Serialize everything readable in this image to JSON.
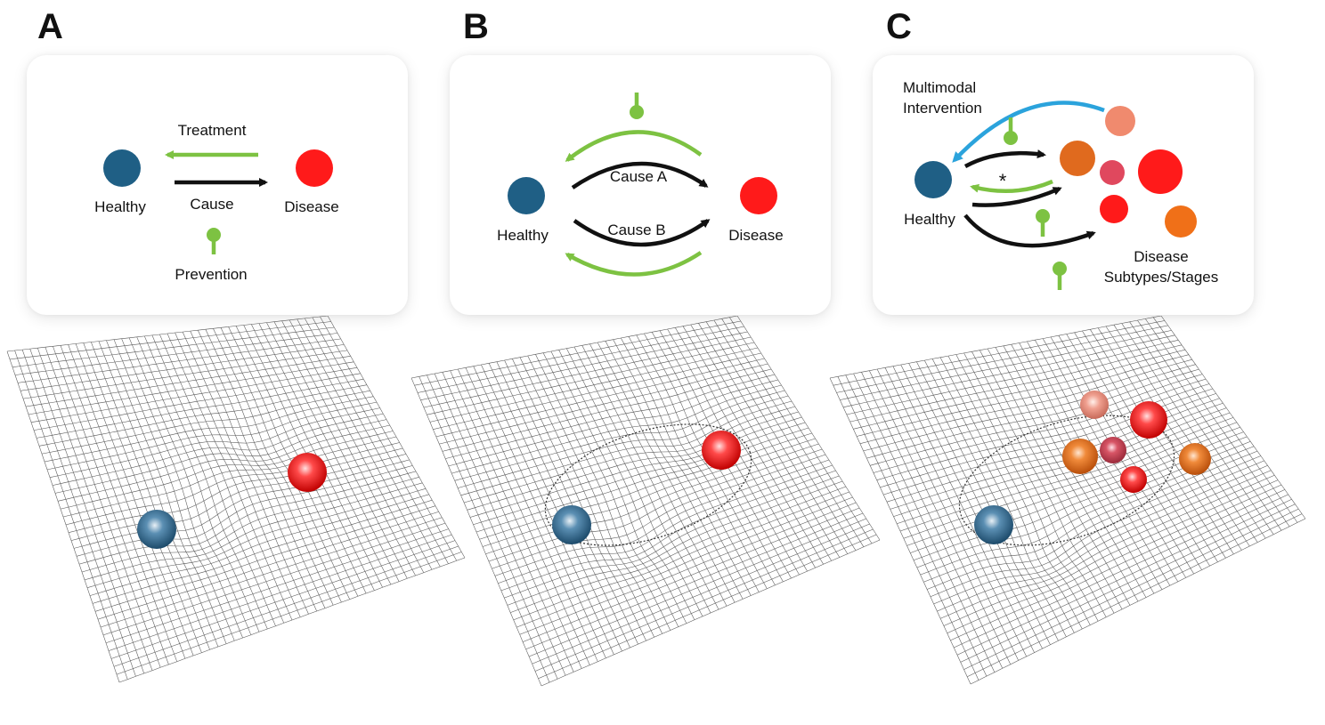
{
  "panels": [
    {
      "letter": "A",
      "labels": {
        "healthy": "Healthy",
        "disease": "Disease",
        "treatment": "Treatment",
        "cause": "Cause",
        "prevention": "Prevention"
      }
    },
    {
      "letter": "B",
      "labels": {
        "healthy": "Healthy",
        "disease": "Disease",
        "cause_a": "Cause A",
        "cause_b": "Cause B"
      }
    },
    {
      "letter": "C",
      "labels": {
        "intervention_line1": "Multimodal",
        "intervention_line2": "Intervention",
        "healthy": "Healthy",
        "asterisk": "*",
        "disease_line1": "Disease",
        "disease_line2": "Subtypes/Stages"
      }
    }
  ],
  "colors": {
    "healthy": "#1f5f85",
    "disease": "#ff1a1a",
    "treatment_green": "#7dc242",
    "cause_black": "#111111",
    "intervention_blue": "#2ba3dc",
    "subtype_orange_dark": "#e06a1e",
    "subtype_salmon": "#f08a6e",
    "subtype_pink": "#e0485e",
    "subtype_orange": "#f07018"
  }
}
